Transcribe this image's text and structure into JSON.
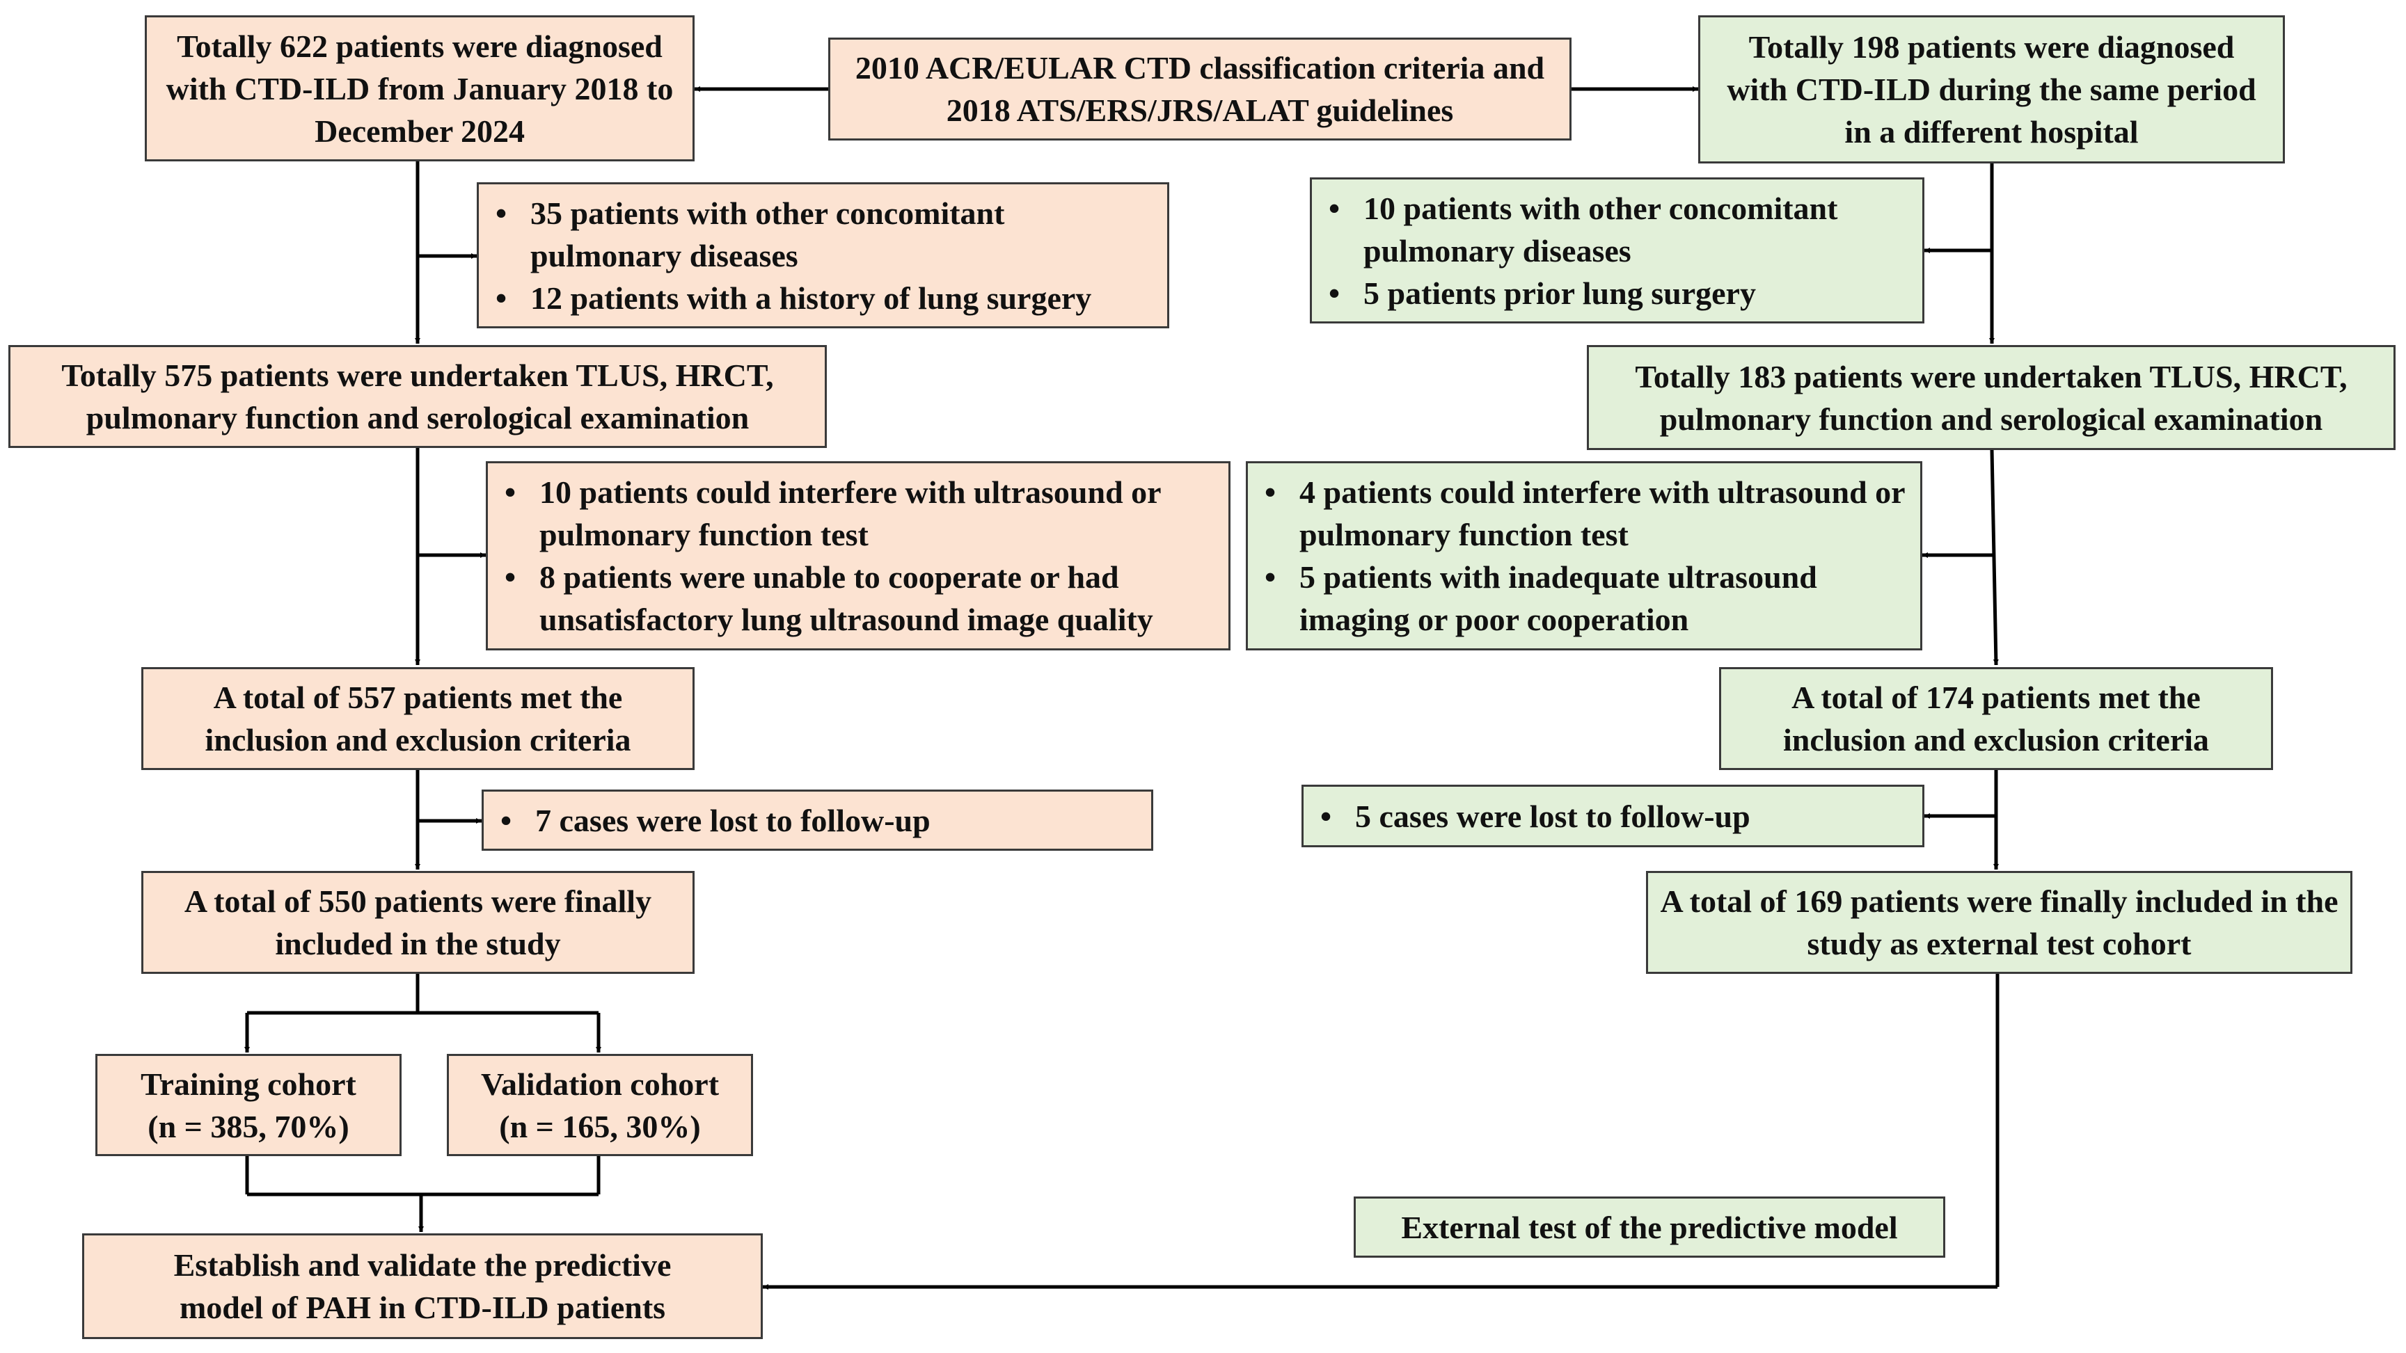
{
  "colors": {
    "peach": "#fce3d2",
    "green": "#e2f0d9",
    "line": "#000000"
  },
  "criteria": "2010 ACR/EULAR CTD classification criteria and 2018 ATS/ERS/JRS/ALAT guidelines",
  "left": {
    "start": "Totally 622 patients were diagnosed with CTD-ILD from January 2018 to December 2024",
    "excl1": [
      "35 patients with other concomitant pulmonary diseases",
      "12 patients with a history of lung surgery"
    ],
    "examined": "Totally 575 patients were undertaken TLUS, HRCT, pulmonary function and serological examination",
    "excl2": [
      "10 patients could interfere with ultrasound or pulmonary function test",
      "8 patients were unable to cooperate or had unsatisfactory lung ultrasound image quality"
    ],
    "met": "A total of 557 patients met the inclusion and exclusion criteria",
    "excl3": [
      "7 cases were lost to follow-up"
    ],
    "final": "A total of 550 patients were finally included in the study",
    "training": {
      "title": "Training cohort",
      "detail": "(n = 385, 70%)"
    },
    "validation": {
      "title": "Validation cohort",
      "detail": "(n = 165, 30%)"
    },
    "establish": "Establish and validate the predictive model of PAH in CTD-ILD patients"
  },
  "right": {
    "start": "Totally 198 patients were diagnosed with CTD-ILD during the same period in a different hospital",
    "excl1": [
      "10 patients with other concomitant pulmonary diseases",
      "5 patients prior lung surgery"
    ],
    "examined": "Totally 183 patients were undertaken TLUS, HRCT, pulmonary function and serological examination",
    "excl2": [
      "4 patients could interfere with ultrasound or pulmonary function test",
      "5 patients with inadequate ultrasound imaging or poor cooperation"
    ],
    "met": "A total of 174 patients met the inclusion and exclusion criteria",
    "excl3": [
      "5 cases were lost to follow-up"
    ],
    "final": "A total of 169 patients were finally included in the study as external test cohort",
    "external_test": "External test of the predictive model"
  }
}
